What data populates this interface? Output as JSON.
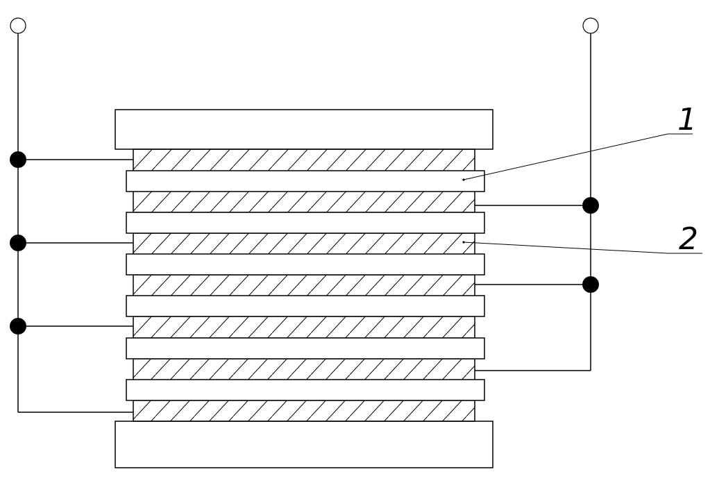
{
  "diagram": {
    "callouts": [
      {
        "id": "1",
        "label": "1"
      },
      {
        "id": "2",
        "label": "2"
      }
    ],
    "colors": {
      "stroke": "#000000",
      "fill": "#ffffff",
      "junction": "#000000",
      "terminal": "#ffffff"
    },
    "layer_sequence": [
      "hatched",
      "plain",
      "hatched",
      "plain",
      "hatched",
      "plain",
      "hatched",
      "plain",
      "hatched",
      "plain",
      "hatched",
      "plain",
      "hatched"
    ]
  }
}
